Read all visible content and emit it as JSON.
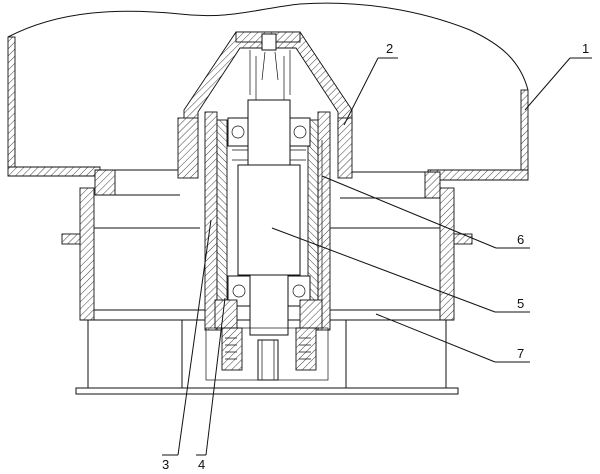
{
  "labels": {
    "p1": "1",
    "p2": "2",
    "p3": "3",
    "p4": "4",
    "p5": "5",
    "p6": "6",
    "p7": "7"
  }
}
